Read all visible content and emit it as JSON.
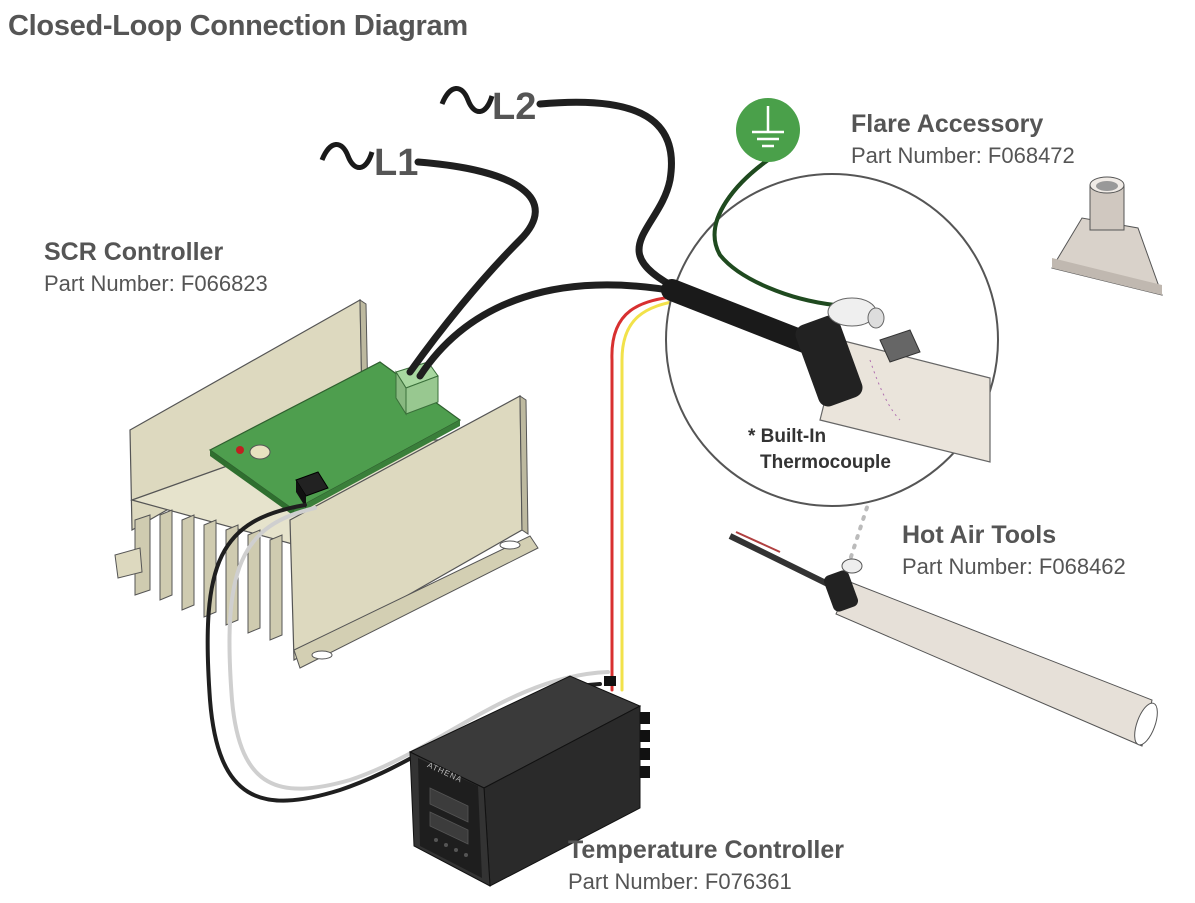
{
  "title": "Closed-Loop Connection Diagram",
  "lines": {
    "l1": "L1",
    "l2": "L2"
  },
  "components": {
    "scr": {
      "name": "SCR Controller",
      "part": "Part Number: F066823"
    },
    "flare": {
      "name": "Flare Accessory",
      "part": "Part Number: F068472"
    },
    "hot_air": {
      "name": "Hot Air Tools",
      "part": "Part Number: F068462"
    },
    "temp": {
      "name": "Temperature Controller",
      "part": "Part Number: F076361"
    }
  },
  "thermocouple_note": {
    "line1": "* Built-In",
    "line2": "Thermocouple"
  },
  "brand": "ATHENA",
  "colors": {
    "ground": "#4aa04a",
    "pcb": "#4e9e4e",
    "heatsink": "#d9d6b8",
    "wire_black": "#1f1f1f",
    "wire_red": "#d83030",
    "wire_yellow": "#f2e24a",
    "wire_green": "#1f4a1f"
  }
}
